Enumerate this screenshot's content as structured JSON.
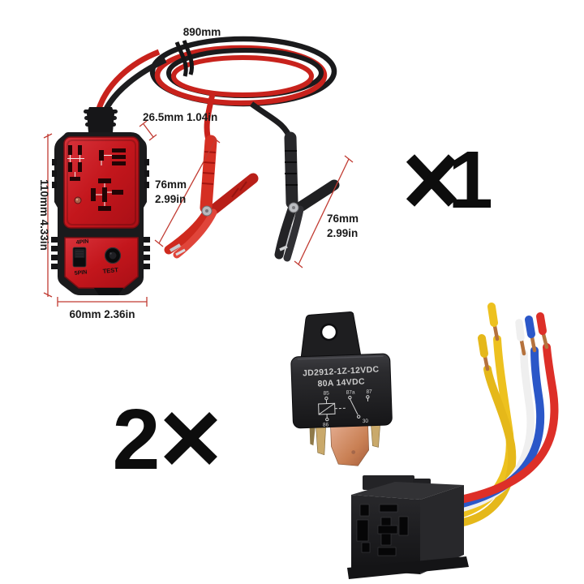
{
  "scene": {
    "background": "#ffffff",
    "description_counts": [
      "×1",
      "2×"
    ]
  },
  "annotations": {
    "cable_length": "890mm",
    "tester_top_width": "26.5mm 1.04in",
    "tester_height": "110mm 4.33in",
    "tester_bottom_width": "60mm 2.36in",
    "red_clip_length_mm": "76mm",
    "red_clip_length_in": "2.99in",
    "black_clip_length_mm": "76mm",
    "black_clip_length_in": "2.99in"
  },
  "quantities": {
    "tester_qty_label": "×1",
    "tester_qty_digit": "1",
    "relay_qty_label": "2×",
    "relay_qty_digit": "2"
  },
  "tester": {
    "mode_label_top": "4PIN",
    "mode_label_bottom": "5PIN",
    "button_label": "TEST"
  },
  "relay": {
    "model": "JD2912-1Z-12VDC",
    "rating": "80A 14VDC",
    "pins": {
      "p85": "85",
      "p87a": "87a",
      "p87": "87",
      "p86": "86",
      "p30": "30"
    }
  },
  "colors": {
    "tester_red": "#c3161c",
    "clip_red": "#d52f23",
    "dimension_red": "#c13b32",
    "text": "#141414",
    "wire_yellow": "#edc11f",
    "wire_white": "#efefef",
    "wire_blue": "#2b57c8",
    "wire_red": "#dd2f28",
    "copper": "#c98054",
    "brass": "#c9a96b"
  }
}
